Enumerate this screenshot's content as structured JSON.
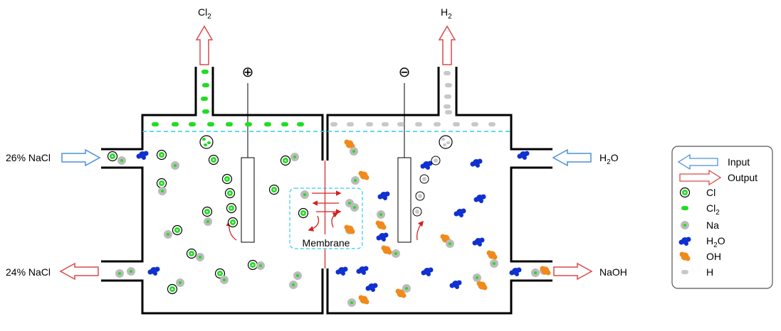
{
  "labels": {
    "cl2_out": "Cl",
    "cl2_out_sub": "2",
    "h2_out": "H",
    "h2_out_sub": "2",
    "anode_sign": "⊕",
    "cathode_sign": "⊖",
    "nacl_in": "26% NaCl",
    "nacl_out": "24% NaCl",
    "water_in": "H",
    "water_in_sub": "2",
    "water_in_tail": "O",
    "naoh_out": "NaOH",
    "membrane": "Membrane"
  },
  "legend": {
    "items": [
      {
        "symbol": "input-arrow",
        "label": "Input",
        "sub": ""
      },
      {
        "symbol": "output-arrow",
        "label": "Output",
        "sub": ""
      },
      {
        "symbol": "cl-ion",
        "label": "Cl",
        "sub": ""
      },
      {
        "symbol": "cl2",
        "label": "Cl",
        "sub": "2"
      },
      {
        "symbol": "na-ion",
        "label": "Na",
        "sub": ""
      },
      {
        "symbol": "h2o",
        "label": "H",
        "sub": "2",
        "tail": "O"
      },
      {
        "symbol": "oh-ion",
        "label": "OH",
        "sub": ""
      },
      {
        "symbol": "h",
        "label": "H",
        "sub": ""
      }
    ]
  },
  "colors": {
    "cell_wall": "#000000",
    "liquid_line": "#33ccee",
    "membrane": "#d42020",
    "input_arrow": "#4a90d9",
    "output_arrow": "#d94a4a",
    "cl": "#22dd22",
    "na": "#bbbbbb",
    "h2o": "#1030d0",
    "oh": "#f08a1a",
    "h": "#c8c8c8"
  }
}
